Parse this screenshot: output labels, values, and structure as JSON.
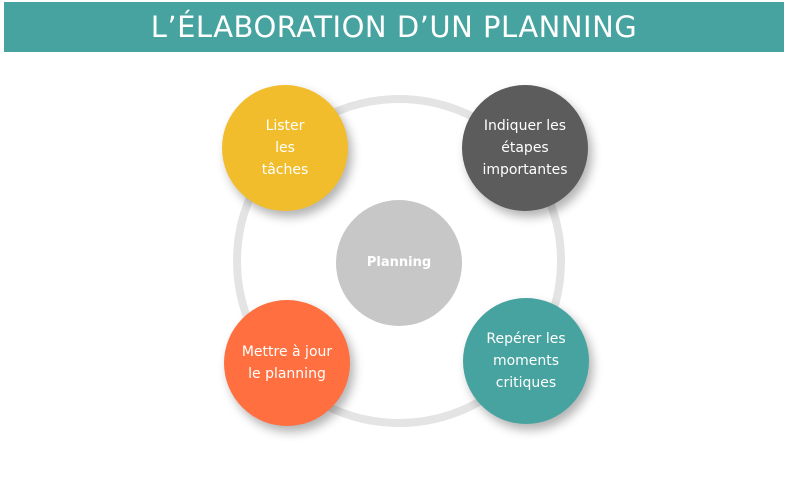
{
  "header": {
    "title": "L’ÉLABORATION D’UN PLANNING"
  },
  "colors": {
    "header_bg": "#47a3a0",
    "ring": "#e4e4e4",
    "center": "#c7c7c7",
    "list_tasks": "#f2bd2c",
    "milestones": "#5c5c5c",
    "update": "#ff6f3f",
    "critical": "#47a3a0"
  },
  "diagram": {
    "center": {
      "label": "Planning"
    },
    "nodes": [
      {
        "id": "list_tasks",
        "label": "Lister\nles\ntâches"
      },
      {
        "id": "milestones",
        "label": "Indiquer les\nétapes\nimportantes"
      },
      {
        "id": "update",
        "label": "Mettre à jour\nle planning"
      },
      {
        "id": "critical",
        "label": "Repérer les\nmoments\ncritiques"
      }
    ]
  }
}
